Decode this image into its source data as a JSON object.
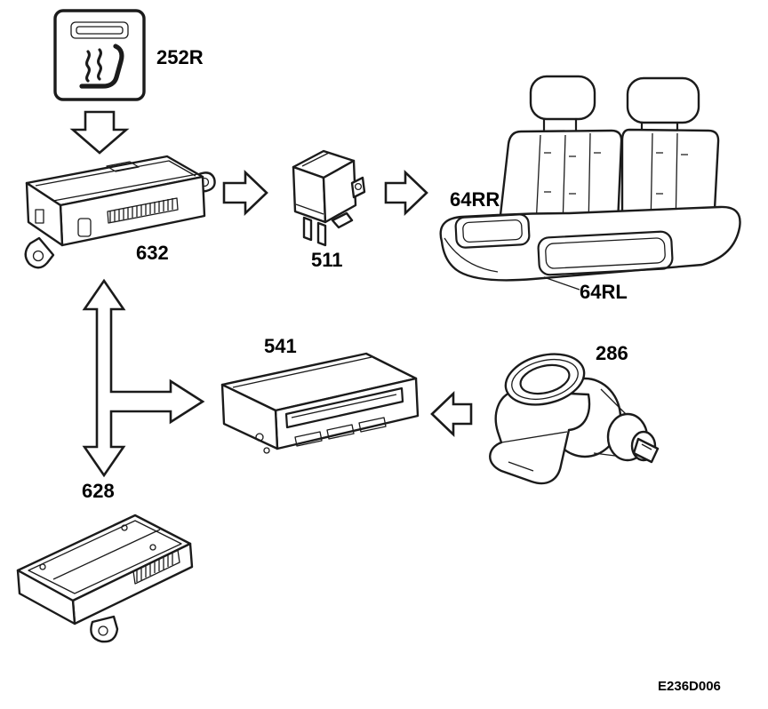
{
  "diagram": {
    "doc_ref": "E236D006",
    "labels": {
      "switch": "252R",
      "control_unit": "632",
      "relay": "511",
      "seat_rear_right": "64RR",
      "seat_rear_left": "64RL",
      "display_panel": "541",
      "ignition_switch": "286",
      "rear_module": "628"
    },
    "icons": {
      "switch_face": "heated-seat-icon"
    },
    "colors": {
      "line": "#1b1b1b",
      "background": "#ffffff"
    }
  }
}
